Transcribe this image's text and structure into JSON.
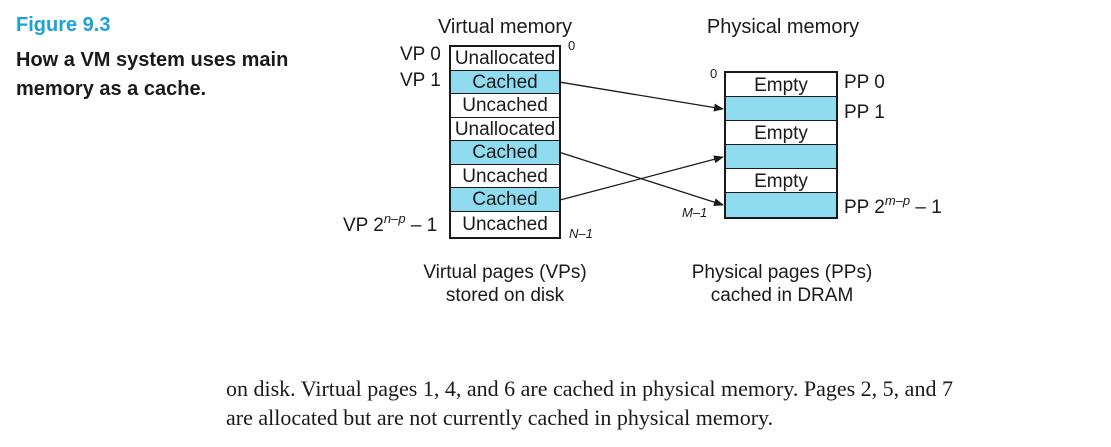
{
  "figure": {
    "label": "Figure 9.3",
    "caption": "How a VM system uses main memory as a cache."
  },
  "virtual_memory": {
    "title": "Virtual memory",
    "top_index": "0",
    "bottom_index": "N–1",
    "pages": [
      {
        "label": "Unallocated",
        "state": "unallocated"
      },
      {
        "label": "Cached",
        "state": "cached"
      },
      {
        "label": "Uncached",
        "state": "uncached"
      },
      {
        "label": "Unallocated",
        "state": "unallocated"
      },
      {
        "label": "Cached",
        "state": "cached"
      },
      {
        "label": "Uncached",
        "state": "uncached"
      },
      {
        "label": "Cached",
        "state": "cached"
      },
      {
        "label": "Uncached",
        "state": "uncached"
      }
    ],
    "side_labels": {
      "vp0": "VP 0",
      "vp1": "VP 1",
      "vplast_prefix": "VP 2",
      "vplast_exp": "n–p",
      "vplast_suffix": " – 1"
    },
    "footer_line1": "Virtual pages (VPs)",
    "footer_line2": "stored on disk"
  },
  "physical_memory": {
    "title": "Physical memory",
    "top_index": "0",
    "bottom_index": "M–1",
    "pages": [
      {
        "label": "Empty",
        "state": "empty"
      },
      {
        "label": "",
        "state": "cached"
      },
      {
        "label": "Empty",
        "state": "empty"
      },
      {
        "label": "",
        "state": "cached"
      },
      {
        "label": "Empty",
        "state": "empty"
      },
      {
        "label": "",
        "state": "cached"
      }
    ],
    "side_labels": {
      "pp0": "PP 0",
      "pp1": "PP 1",
      "pplast_prefix": "PP 2",
      "pplast_exp": "m–p",
      "pplast_suffix": " – 1"
    },
    "footer_line1": "Physical pages (PPs)",
    "footer_line2": "cached in DRAM"
  },
  "mappings": [
    {
      "from_vp": 1,
      "to_pp": 1
    },
    {
      "from_vp": 4,
      "to_pp": 5
    },
    {
      "from_vp": 6,
      "to_pp": 3
    }
  ],
  "colors": {
    "cached_fill": "#8fdcf0",
    "figure_label": "#1aa3d8",
    "ink": "#1a1a1a"
  },
  "body_text": {
    "line1": "on disk. Virtual pages 1, 4, and 6 are cached in physical memory. Pages 2, 5, and 7",
    "line2": "are allocated but are not currently cached in physical memory."
  }
}
